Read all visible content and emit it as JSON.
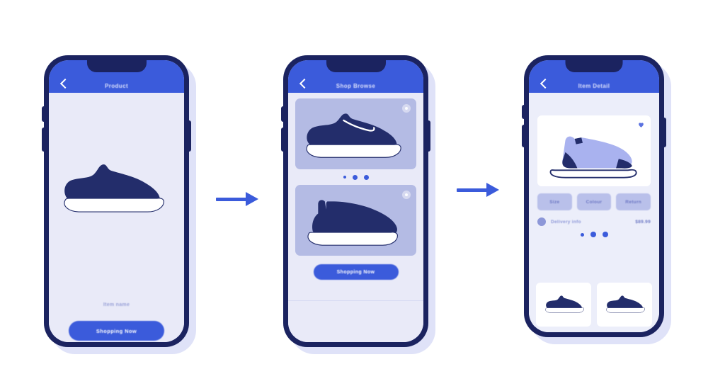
{
  "canvas": {
    "background": "#ffffff",
    "accent": "#3b5bdb",
    "navy": "#1b2360",
    "lavender": "#e9eaf8"
  },
  "flow": {
    "arrows": [
      {
        "name": "arrow-step-1-to-2",
        "direction": "right"
      },
      {
        "name": "arrow-step-2-to-3",
        "direction": "right"
      }
    ]
  },
  "screen1": {
    "title": "Product",
    "back_icon": "chevron-left-icon",
    "hero_alt": "navy-running-shoe",
    "caption": "Item name",
    "cta_label": "Shopping Now"
  },
  "screen2": {
    "title": "Shop Browse",
    "back_icon": "chevron-left-icon",
    "cards": [
      {
        "alt": "navy-low-top-sneaker",
        "fav_icon": "favorite-circle-icon"
      },
      {
        "alt": "navy-high-top-sneaker",
        "fav_icon": "favorite-circle-icon"
      }
    ],
    "carousel_dots": [
      "small",
      "large",
      "large"
    ],
    "cta_label": "Shopping Now"
  },
  "screen3": {
    "title": "Item Detail",
    "back_icon": "chevron-left-icon",
    "hero_alt": "periwinkle-high-top-shoe",
    "heart_icon": "heart-icon",
    "chips": [
      "Size",
      "Colour",
      "Return"
    ],
    "meta": {
      "icon": "store-icon",
      "label": "Delivery info",
      "price": "$89.99"
    },
    "carousel_dots": [
      "small",
      "large",
      "large"
    ],
    "thumbnails": [
      {
        "alt": "navy-sneaker-thumb-1"
      },
      {
        "alt": "navy-sneaker-thumb-2"
      }
    ]
  }
}
